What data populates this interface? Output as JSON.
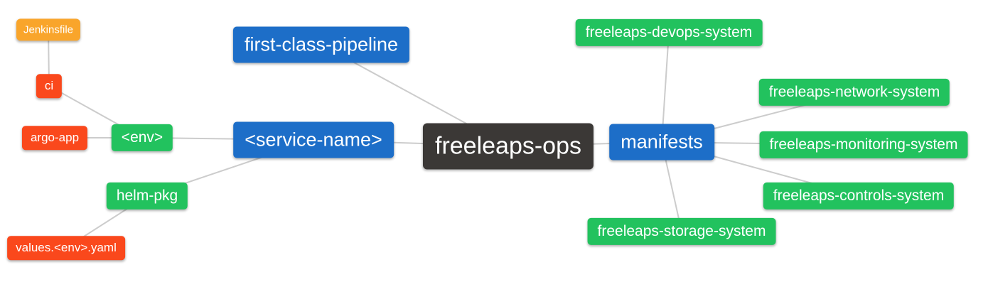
{
  "diagram": {
    "type": "mindmap",
    "root_label": "freeleaps-ops"
  },
  "palette": {
    "canvas_bg": "#ffffff",
    "root_bg": "#3b3836",
    "level1_bg": "#1d6ec8",
    "level2_bg": "#22c25e",
    "level3_bg": "#fa481c",
    "level4_bg": "#f9a52b",
    "text": "#ffffff",
    "edge": "#cccccc"
  },
  "nodes": [
    {
      "id": "freeleaps-ops",
      "label": "freeleaps-ops",
      "level": 0
    },
    {
      "id": "first-class-pipeline",
      "label": "first-class-pipeline",
      "level": 1
    },
    {
      "id": "service-name",
      "label": "<service-name>",
      "level": 1
    },
    {
      "id": "manifests",
      "label": "manifests",
      "level": 1
    },
    {
      "id": "env",
      "label": "<env>",
      "level": 2
    },
    {
      "id": "helm-pkg",
      "label": "helm-pkg",
      "level": 2
    },
    {
      "id": "ci",
      "label": "ci",
      "level": 3
    },
    {
      "id": "argo-app",
      "label": "argo-app",
      "level": 3
    },
    {
      "id": "values-env-yaml",
      "label": "values.<env>.yaml",
      "level": 3
    },
    {
      "id": "jenkinsfile",
      "label": "Jenkinsfile",
      "level": 4
    },
    {
      "id": "freeleaps-devops-system",
      "label": "freeleaps-devops-system",
      "level": 2
    },
    {
      "id": "freeleaps-network-system",
      "label": "freeleaps-network-system",
      "level": 2
    },
    {
      "id": "freeleaps-monitoring-system",
      "label": "freeleaps-monitoring-system",
      "level": 2
    },
    {
      "id": "freeleaps-controls-system",
      "label": "freeleaps-controls-system",
      "level": 2
    },
    {
      "id": "freeleaps-storage-system",
      "label": "freeleaps-storage-system",
      "level": 2
    }
  ],
  "edges": [
    [
      "jenkinsfile",
      "ci"
    ],
    [
      "ci",
      "env"
    ],
    [
      "argo-app",
      "env"
    ],
    [
      "env",
      "service-name"
    ],
    [
      "helm-pkg",
      "service-name"
    ],
    [
      "values-env-yaml",
      "helm-pkg"
    ],
    [
      "first-class-pipeline",
      "freeleaps-ops"
    ],
    [
      "service-name",
      "freeleaps-ops"
    ],
    [
      "manifests",
      "freeleaps-ops"
    ],
    [
      "freeleaps-devops-system",
      "manifests"
    ],
    [
      "freeleaps-network-system",
      "manifests"
    ],
    [
      "freeleaps-monitoring-system",
      "manifests"
    ],
    [
      "freeleaps-controls-system",
      "manifests"
    ],
    [
      "freeleaps-storage-system",
      "manifests"
    ]
  ]
}
